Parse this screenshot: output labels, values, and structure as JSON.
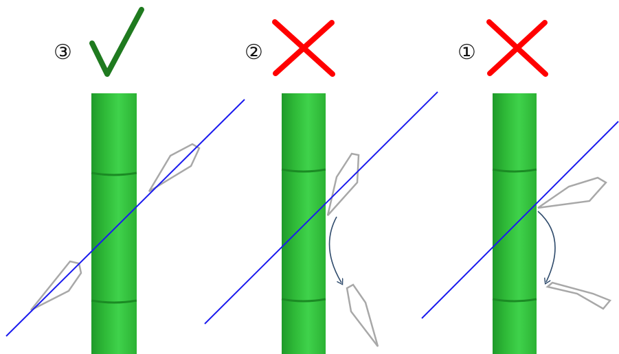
{
  "panels": [
    {
      "number": "③",
      "verdict": "check",
      "verdict_color": "#1f7a1f"
    },
    {
      "number": "②",
      "verdict": "cross",
      "verdict_color": "#ff0000"
    },
    {
      "number": "①",
      "verdict": "cross",
      "verdict_color": "#ff0000"
    }
  ],
  "colors": {
    "stalk_dark": "#1f9a2a",
    "stalk_light": "#3fd24b",
    "line": "#1a1aee",
    "leaf_stroke": "#a8a8a8",
    "arrow": "#2e4a6b"
  },
  "icons": [
    "check-icon",
    "cross-icon",
    "curved-arrow-icon"
  ]
}
